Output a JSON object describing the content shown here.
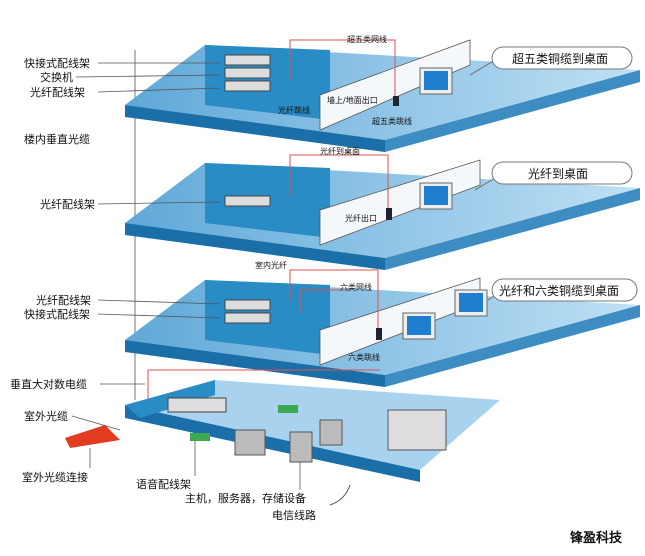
{
  "left_labels": {
    "patch_panel_quick_1": "快接式配线架",
    "switch": "交换机",
    "fiber_panel_1": "光纤配线架",
    "backbone_fiber": "楼内垂直光缆",
    "fiber_panel_2": "光纤配线架",
    "fiber_panel_3": "光纤配线架",
    "patch_panel_quick_2": "快接式配线架",
    "vertical_copper": "垂直大对数电缆",
    "outdoor_fiber": "室外光缆",
    "outdoor_fiber_conn": "室外光缆连接"
  },
  "floor1": {
    "cable": "超五类网线",
    "outlet": "墙上/地面出口",
    "fiber_jumper": "光纤跳线",
    "jumper": "超五类跳线",
    "callout": "超五类铜缆到桌面"
  },
  "floor2": {
    "cable": "光纤到桌面",
    "outlet": "光纤出口",
    "callout": "光纤到桌面"
  },
  "floor3": {
    "indoor_fiber": "室内光纤",
    "cable": "六类网线",
    "jumper": "六类跳线",
    "callout": "光纤和六类铜缆到桌面"
  },
  "basement": {
    "voice_panel": "语音配线架",
    "hosts": "主机，服务器，存储设备",
    "telecom": "电信线路"
  },
  "brand": "锋盈科技",
  "colors": {
    "slab": "#8fc3e6",
    "slab_edge": "#1b6fa8",
    "wall": "#2a8cc4",
    "cable": "#d9534f"
  }
}
